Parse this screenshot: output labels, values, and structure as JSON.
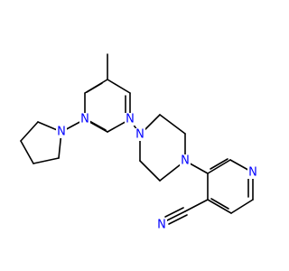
{
  "molecule": {
    "colors": {
      "bond": "#000000",
      "nitrogen": "#0000ff",
      "background": "#ffffff"
    },
    "atoms": {
      "pyrimidine_n3": "N",
      "pyrimidine_n1": "N",
      "pyrrolidine_n": "N",
      "piperazine_n1": "N",
      "piperazine_n4": "N",
      "pyridine_n": "N",
      "nitrile_n": "N"
    }
  }
}
